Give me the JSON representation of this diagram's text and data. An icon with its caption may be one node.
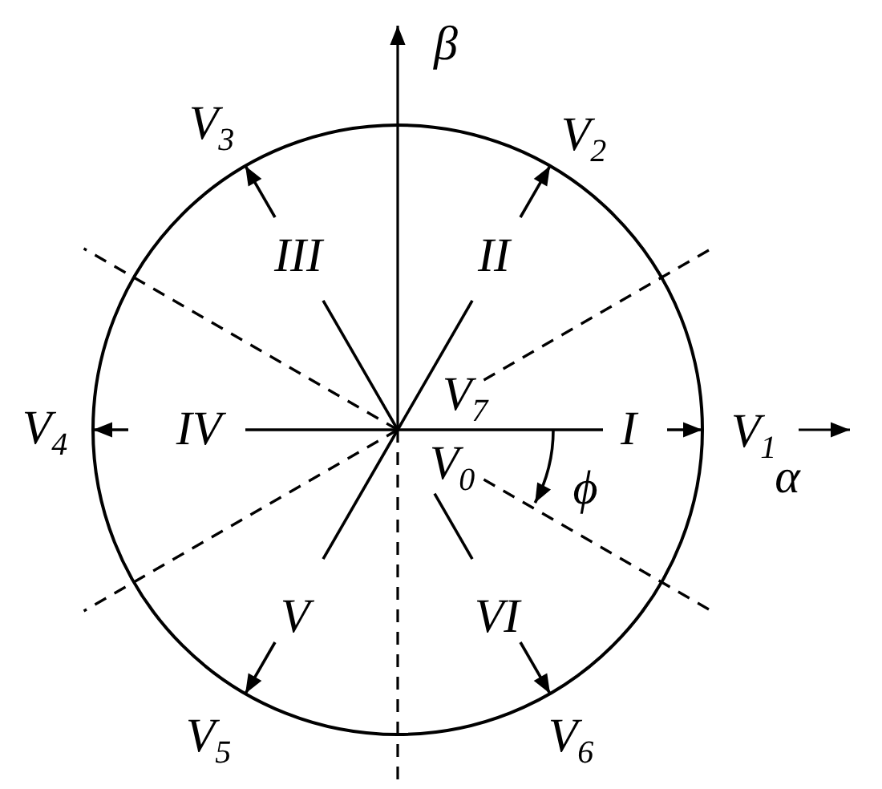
{
  "diagram": {
    "labels": [
      "β",
      "V$_{3}$",
      "V$_{2}$",
      "III",
      "II",
      "V$_{4}$",
      "IV",
      "V$_{7}$",
      "I",
      "V$_{1}$",
      "α",
      "V$_{0}$",
      "ϕ",
      "V",
      "VI",
      "V$_{5}$",
      "V$_{6}$"
    ]
  }
}
